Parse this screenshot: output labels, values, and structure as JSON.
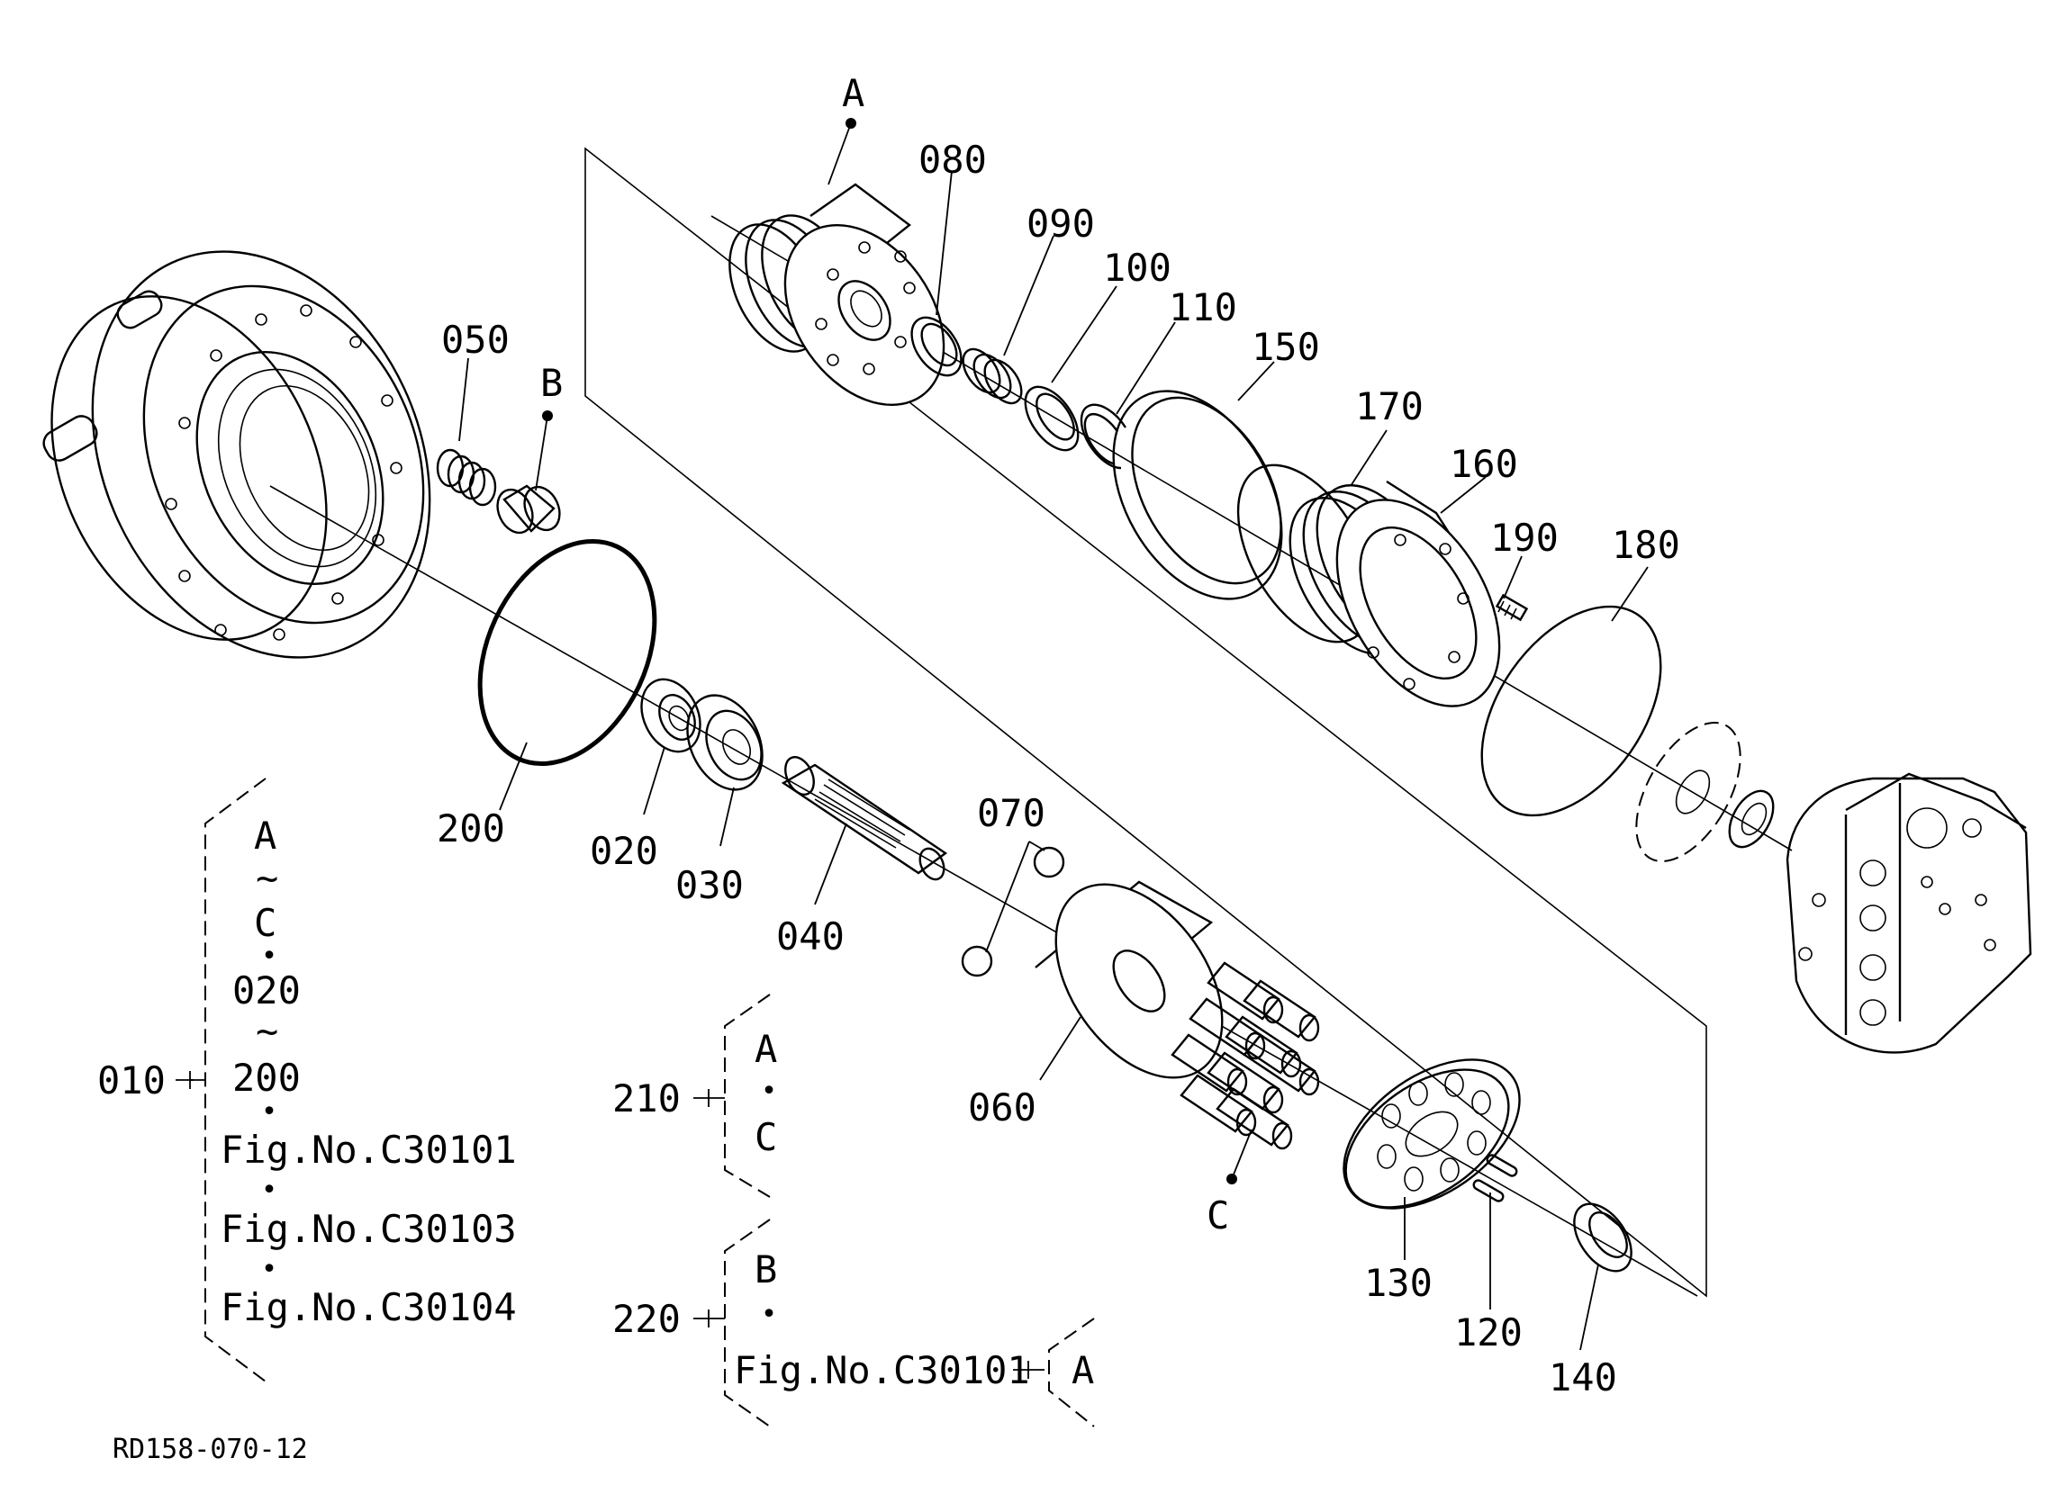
{
  "drawing_id": "RD158-070-12",
  "callouts": {
    "A": "A",
    "B": "B",
    "C": "C",
    "p010": "010",
    "p020": "020",
    "p030": "030",
    "p040": "040",
    "p050": "050",
    "p060": "060",
    "p070": "070",
    "p080": "080",
    "p090": "090",
    "p100": "100",
    "p110": "110",
    "p120": "120",
    "p130": "130",
    "p140": "140",
    "p150": "150",
    "p160": "160",
    "p170": "170",
    "p180": "180",
    "p190": "190",
    "p200": "200",
    "p210": "210",
    "p220": "220"
  },
  "assembly_010": {
    "lines": [
      "A",
      "~",
      "C",
      "•",
      "020",
      "~",
      "200",
      "•",
      "Fig.No.C30101",
      "•",
      "Fig.No.C30103",
      "•",
      "Fig.No.C30104"
    ]
  },
  "assembly_210": {
    "lines": [
      "A",
      "•",
      "C"
    ]
  },
  "assembly_220": {
    "lines": [
      "B",
      "•",
      "Fig.No.C30101"
    ],
    "ref": "A"
  }
}
